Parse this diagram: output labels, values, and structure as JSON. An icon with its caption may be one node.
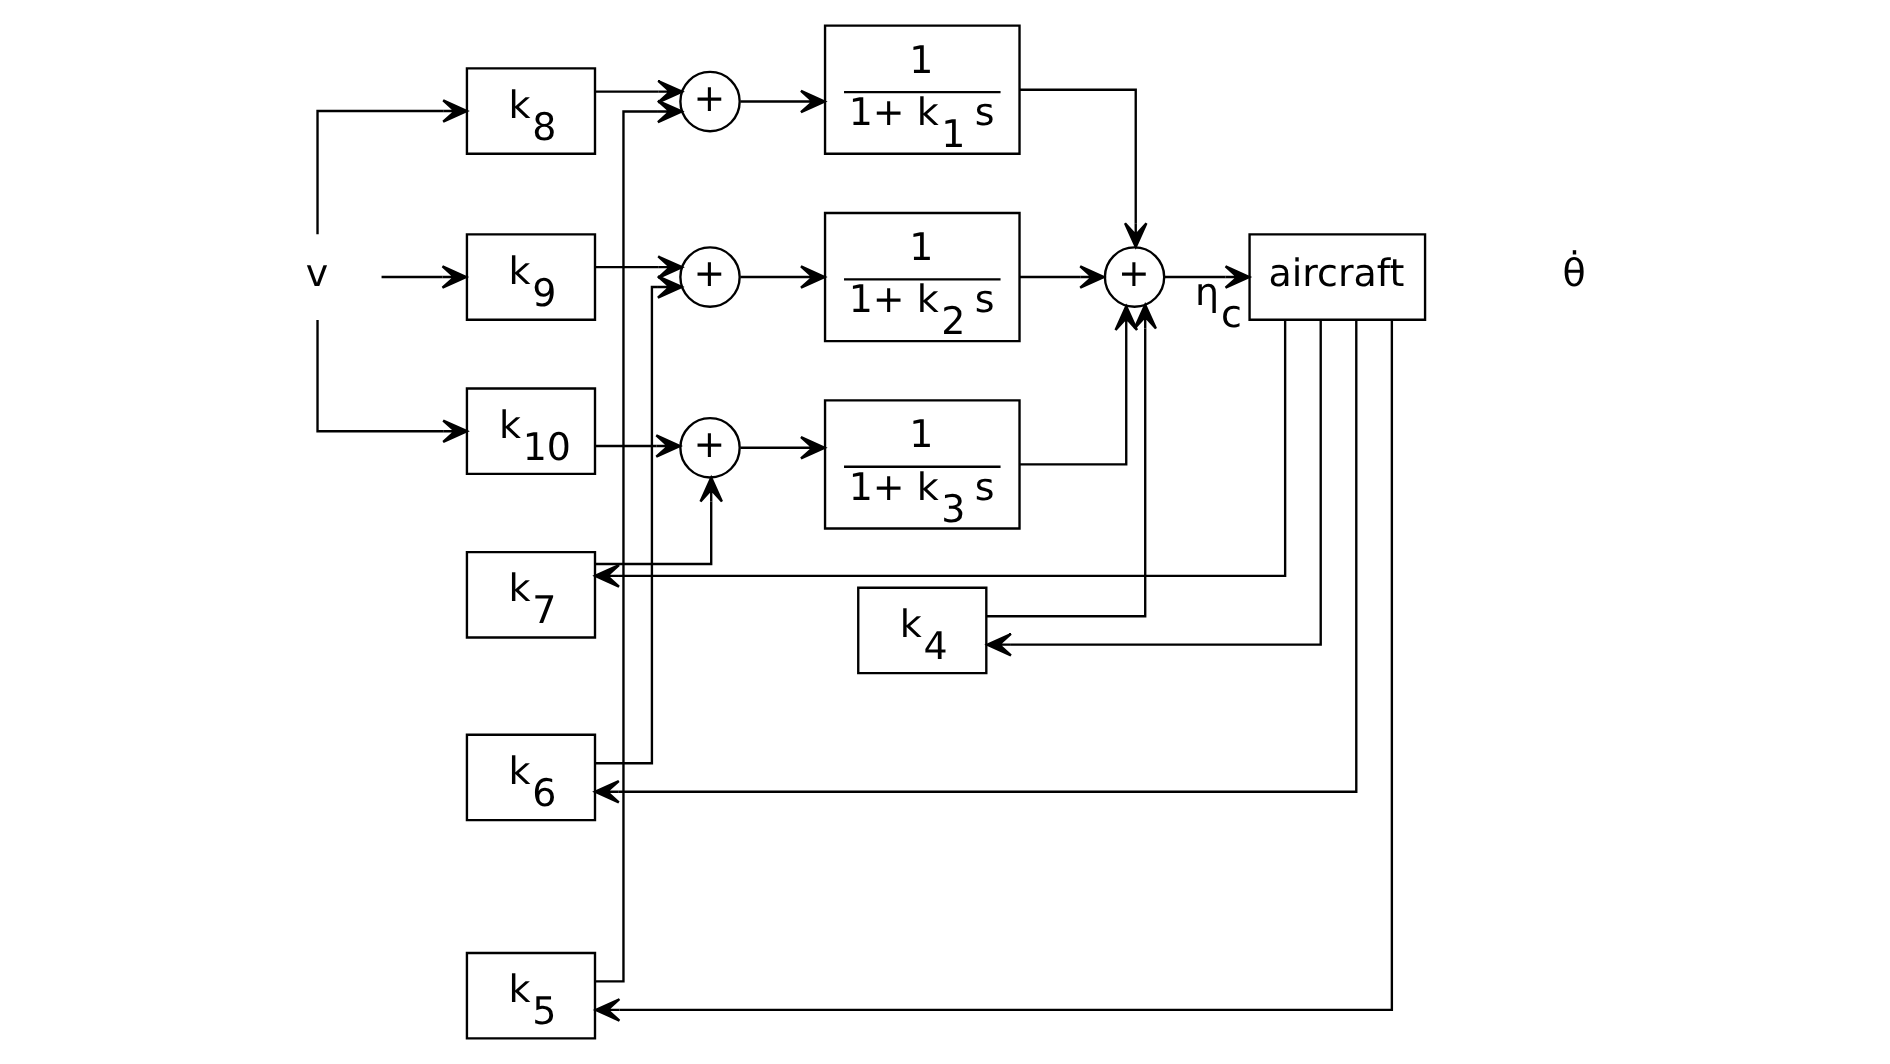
{
  "diagram": {
    "nodes": [
      {
        "text": [
          "v"
        ]
      },
      {
        "text": [
          "k$_{8}$"
        ]
      },
      {
        "text": [
          "k$_{9}$"
        ]
      },
      {
        "text": [
          "k$_{10}$"
        ]
      },
      {
        "text": [
          "+"
        ]
      },
      {
        "text": [
          "1",
          "1+ k$_{1}$ s"
        ]
      },
      {
        "text": [
          "+"
        ]
      },
      {
        "text": [
          "1",
          "1+ k$_{2}$ s"
        ]
      },
      {
        "text": [
          "+"
        ]
      },
      {
        "text": [
          "1",
          "1+ k$_{3}$ s"
        ]
      },
      {
        "text": [
          "+"
        ]
      },
      {
        "text": [
          "aircraft"
        ]
      },
      {
        "text": [
          "k$_{4}$"
        ]
      },
      {
        "text": [
          "k$_{7}$"
        ]
      },
      {
        "text": [
          "k$_{6}$"
        ]
      },
      {
        "text": [
          "k$_{5}$"
        ]
      }
    ],
    "edges": [
      {
        "from": 0,
        "to": 1,
        "arrow": "to"
      },
      {
        "from": 0,
        "to": 2,
        "arrow": "to"
      },
      {
        "from": 0,
        "to": 3,
        "arrow": "to"
      },
      {
        "from": 1,
        "to": 4,
        "arrow": "to"
      },
      {
        "from": 2,
        "to": 6,
        "arrow": "to"
      },
      {
        "from": 3,
        "to": 8,
        "arrow": "to"
      },
      {
        "from": 4,
        "to": 5,
        "arrow": "to"
      },
      {
        "from": 6,
        "to": 7,
        "arrow": "to"
      },
      {
        "from": 8,
        "to": 9,
        "arrow": "to"
      },
      {
        "from": 5,
        "to": 10,
        "arrow": "to"
      },
      {
        "from": 7,
        "to": 10,
        "arrow": "to"
      },
      {
        "from": 9,
        "to": 10,
        "arrow": "to"
      },
      {
        "from": 10,
        "to": 11,
        "arrow": "to",
        "label": "η$_{c}$"
      },
      {
        "from": 11,
        "to": 12,
        "arrow": "to"
      },
      {
        "from": 11,
        "to": 13,
        "arrow": "to"
      },
      {
        "from": 11,
        "to": 14,
        "arrow": "to"
      },
      {
        "from": 11,
        "to": 15,
        "arrow": "to"
      },
      {
        "from": 12,
        "to": 10,
        "arrow": "to"
      },
      {
        "from": 13,
        "to": 8,
        "arrow": "to"
      },
      {
        "from": 14,
        "to": 6,
        "arrow": "to"
      },
      {
        "from": 15,
        "to": 4,
        "arrow": "to"
      }
    ],
    "labels": [
      "θ̇"
    ]
  }
}
